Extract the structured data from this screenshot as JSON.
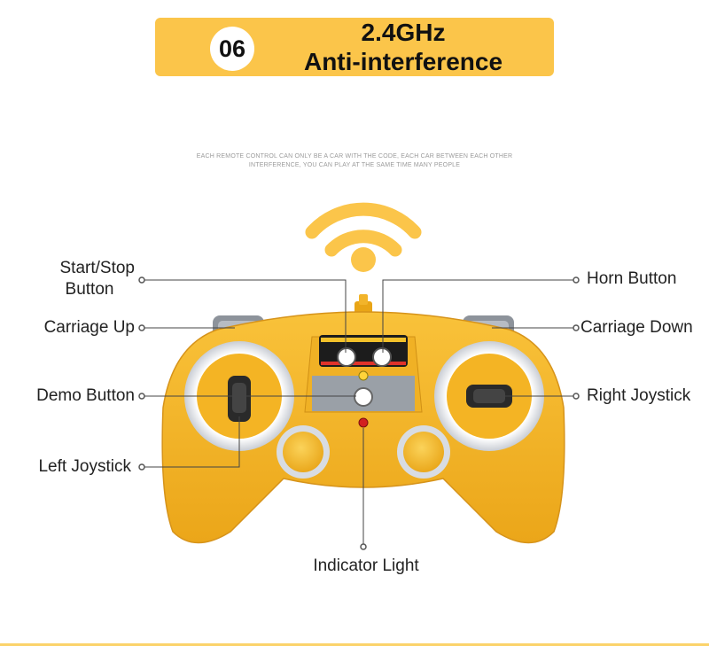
{
  "header": {
    "badge": "06",
    "title": "2.4GHz",
    "subtitle": "Anti-interference"
  },
  "description": {
    "line1": "EACH REMOTE CONTROL CAN ONLY BE A CAR WITH THE CODE, EACH CAR BETWEEN EACH OTHER",
    "line2": "INTERFERENCE, YOU CAN PLAY AT THE SAME TIME MANY PEOPLE"
  },
  "callouts": {
    "start_stop_line1": "Start/Stop",
    "start_stop_line2": "Button",
    "carriage_up": "Carriage Up",
    "demo_button": "Demo Button",
    "left_joystick": "Left Joystick",
    "horn_button": "Horn Button",
    "carriage_down": "Carriage Down",
    "right_joystick": "Right Joystick",
    "indicator_light": "Indicator Light"
  },
  "colors": {
    "accent_yellow": "#fbc54a",
    "controller_body": "#f4b020",
    "wifi_icon": "#fbc54a"
  }
}
